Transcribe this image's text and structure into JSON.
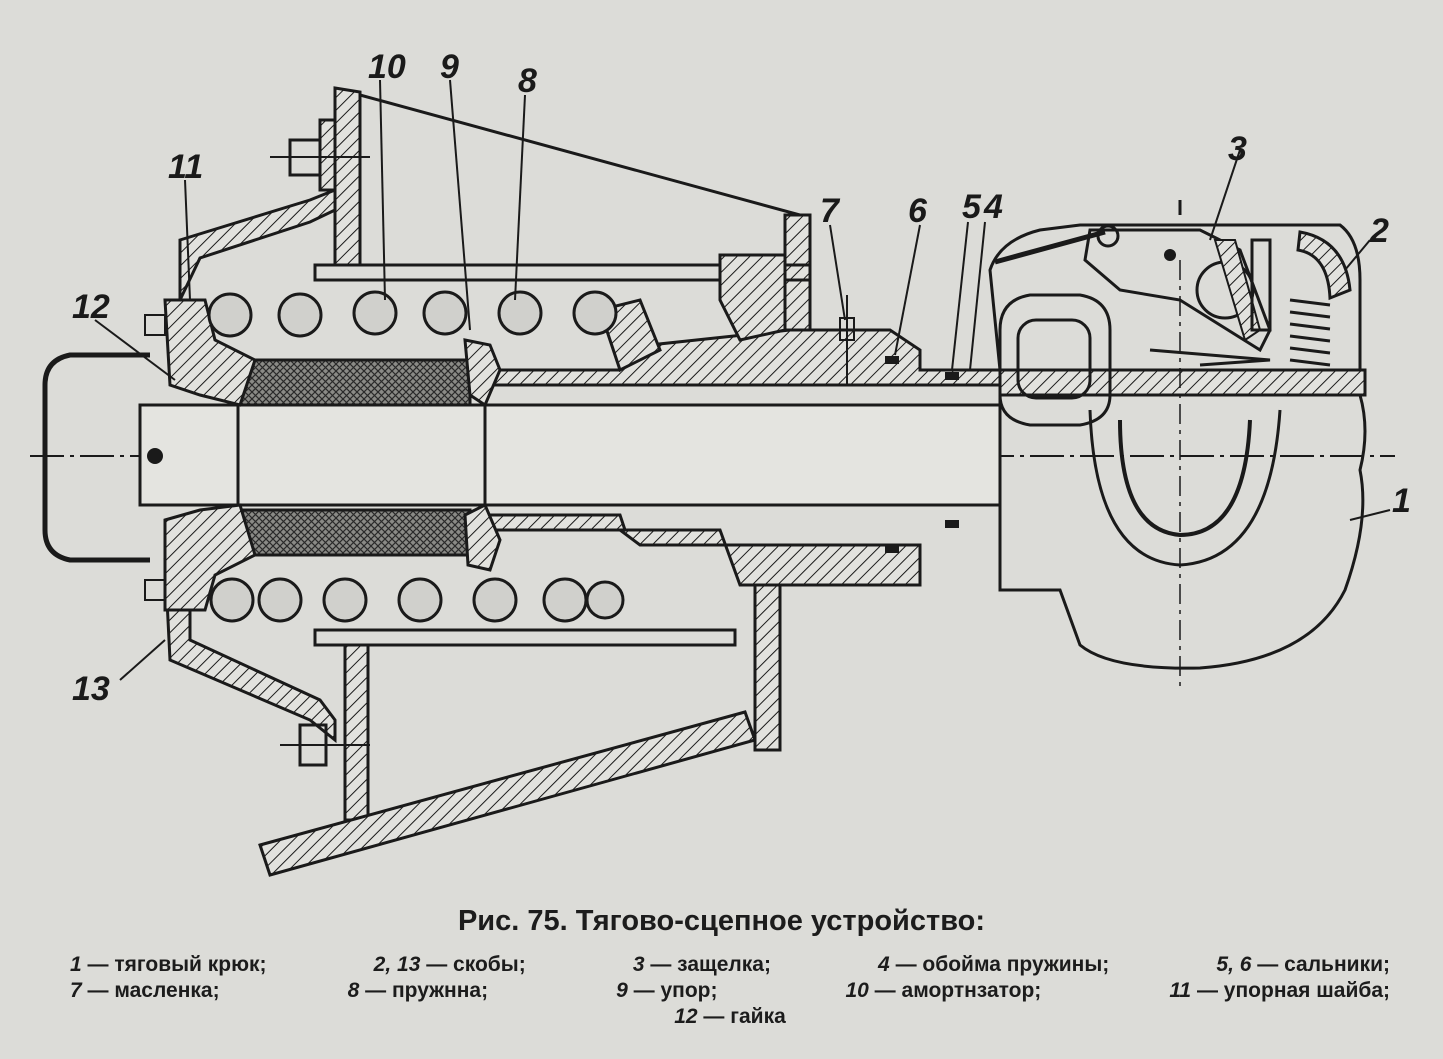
{
  "figure": {
    "caption": "Рис. 75. Тягово-сцепное устройство:",
    "callouts": [
      "10",
      "9",
      "8",
      "11",
      "12",
      "13",
      "7",
      "6",
      "5",
      "4",
      "3",
      "2",
      "1"
    ],
    "legend": [
      [
        {
          "num": "1",
          "text": " — тяговый крюк;"
        },
        {
          "num": "2, 13",
          "text": " — скобы;"
        },
        {
          "num": "3",
          "text": " — защелка;"
        },
        {
          "num": "4",
          "text": " — обойма пружины;"
        },
        {
          "num": "5, 6",
          "text": " — сальники;"
        }
      ],
      [
        {
          "num": "7",
          "text": " — масленка;"
        },
        {
          "num": "8",
          "text": " — пружнна;"
        },
        {
          "num": "9",
          "text": " — упор;"
        },
        {
          "num": "10",
          "text": " — амортнзатор;"
        },
        {
          "num": "11",
          "text": " — упорная шайба;"
        }
      ],
      [
        {
          "num": "12",
          "text": " — гайка"
        }
      ]
    ]
  },
  "colors": {
    "ink": "#1a1a1a",
    "paper": "#dcdcd8",
    "shade": "#7a7a76"
  }
}
